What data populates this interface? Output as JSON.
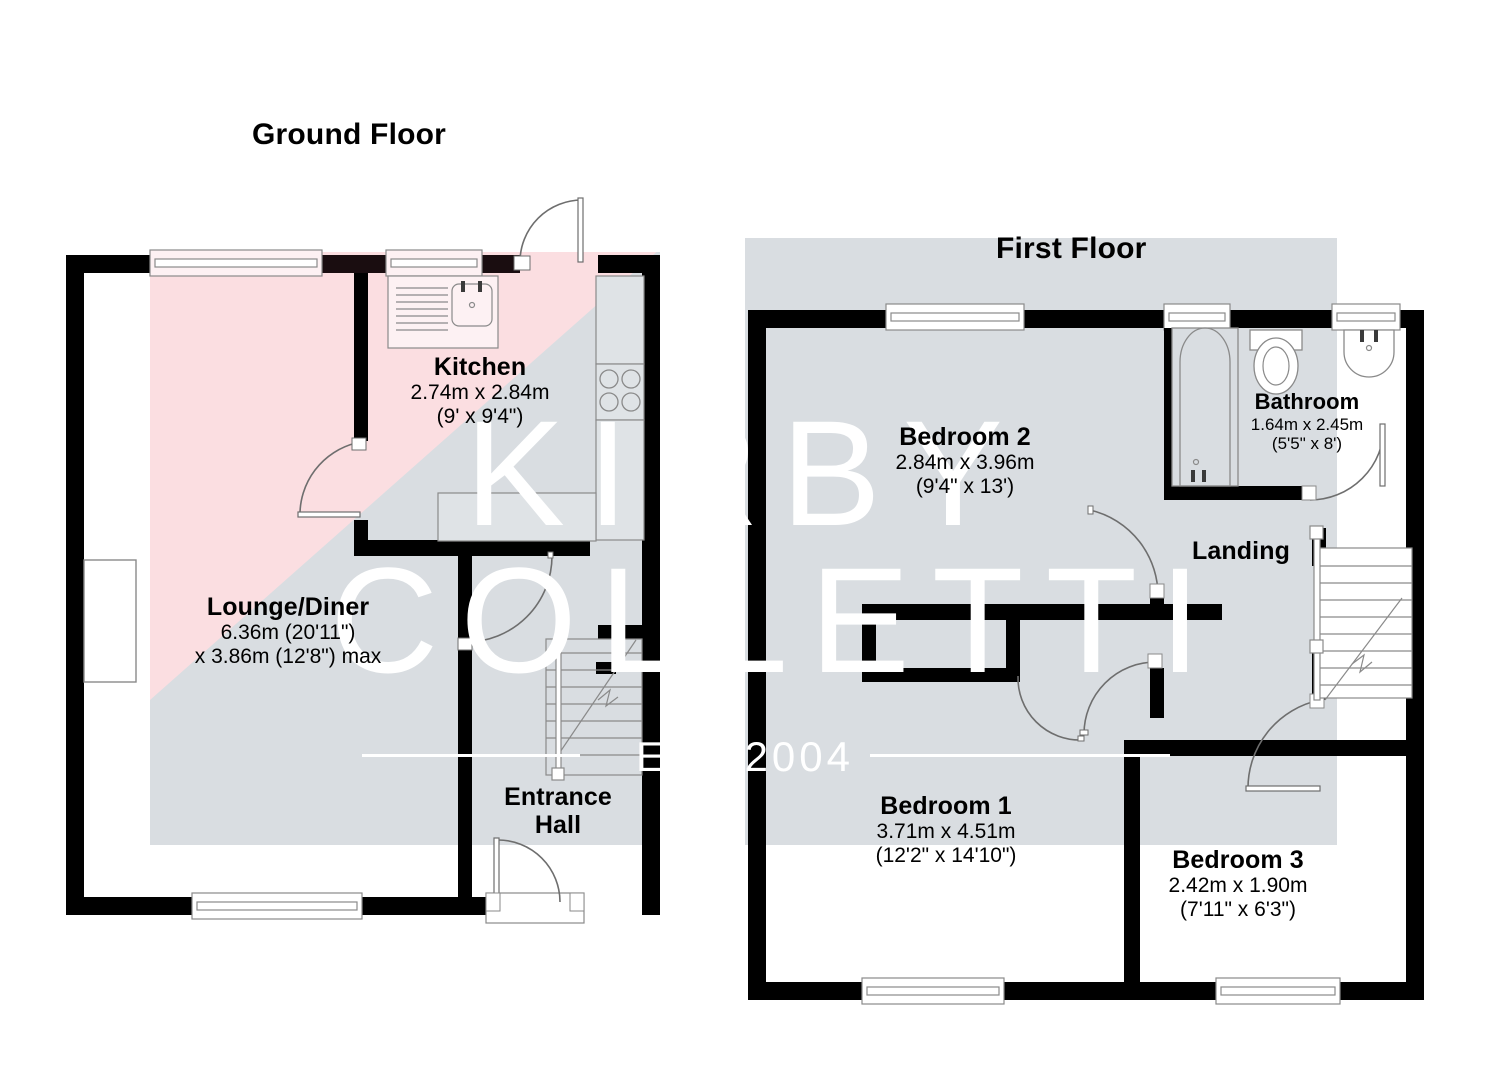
{
  "document": {
    "type": "floor-plan",
    "background_color": "#ffffff"
  },
  "colors": {
    "wall": "#000000",
    "floor_fill": "#d9dde1",
    "highlight_pink": "#fbdee1",
    "fixture_stroke": "#808080",
    "text": "#000000",
    "watermark": "#ffffff"
  },
  "floors": [
    {
      "id": "ground",
      "title": "Ground Floor"
    },
    {
      "id": "first",
      "title": "First Floor"
    }
  ],
  "ground_floor": {
    "title": "Ground Floor",
    "rooms": [
      {
        "id": "kitchen",
        "name": "Kitchen",
        "dim_metric": "2.74m x 2.84m",
        "dim_imperial": "(9' x 9'4\")"
      },
      {
        "id": "lounge-diner",
        "name": "Lounge/Diner",
        "dim_metric": "6.36m (20'11\")",
        "dim_imperial": "x 3.86m (12'8\") max"
      },
      {
        "id": "entrance-hall",
        "name": "Entrance",
        "dim_metric": "Hall",
        "dim_imperial": ""
      }
    ]
  },
  "first_floor": {
    "title": "First Floor",
    "rooms": [
      {
        "id": "bedroom-2",
        "name": "Bedroom 2",
        "dim_metric": "2.84m x 3.96m",
        "dim_imperial": "(9'4\" x 13')"
      },
      {
        "id": "bathroom",
        "name": "Bathroom",
        "dim_metric": "1.64m x 2.45m",
        "dim_imperial": "(5'5\" x 8')"
      },
      {
        "id": "landing",
        "name": "Landing",
        "dim_metric": "",
        "dim_imperial": ""
      },
      {
        "id": "bedroom-1",
        "name": "Bedroom 1",
        "dim_metric": "3.71m x 4.51m",
        "dim_imperial": "(12'2\" x 14'10\")"
      },
      {
        "id": "bedroom-3",
        "name": "Bedroom 3",
        "dim_metric": "2.42m x 1.90m",
        "dim_imperial": "(7'11\" x 6'3\")"
      }
    ]
  },
  "watermark": {
    "line1": "KIRBY",
    "line2": "COLLETTI",
    "est": "EST 2004"
  },
  "fixtures": {
    "kitchen": [
      "sink",
      "worktop",
      "hob",
      "cupboard-run"
    ],
    "bathroom": [
      "bath",
      "toilet",
      "wash-basin"
    ],
    "hall": [
      "staircase"
    ],
    "landing": [
      "staircase"
    ],
    "lounge": [
      "chimney-breast"
    ]
  }
}
